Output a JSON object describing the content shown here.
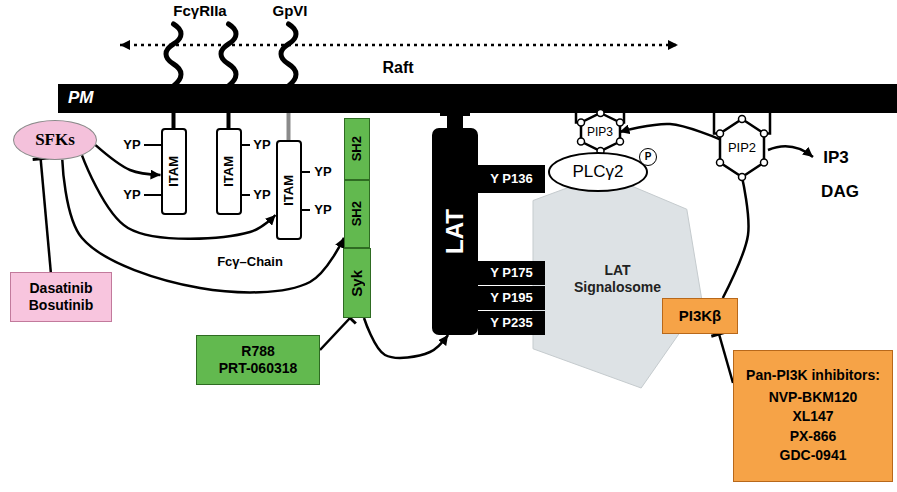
{
  "diagram": {
    "nodes": [
      {
        "text": [
          "PM"
        ]
      },
      {
        "text": [
          "SFKs"
        ]
      },
      {
        "text": [
          "ITAM"
        ]
      },
      {
        "text": [
          "ITAM"
        ]
      },
      {
        "text": [
          "PIP3"
        ]
      },
      {
        "text": [
          "PIP2"
        ]
      },
      {
        "text": [
          "SH2"
        ]
      },
      {
        "text": [
          "ITAM"
        ]
      },
      {
        "text": [
          "SH2"
        ]
      },
      {
        "text": [
          "LAT"
        ]
      },
      {
        "text": [
          "LAT Signalosome"
        ]
      },
      {
        "text": [
          "PLCγ2"
        ]
      },
      {
        "text": [
          "P"
        ]
      },
      {
        "text": [
          "Y P136"
        ]
      },
      {
        "text": [
          "Syk"
        ]
      },
      {
        "text": [
          "Y P175"
        ]
      },
      {
        "text": [
          "Y P195"
        ]
      },
      {
        "text": [
          "Y P235"
        ]
      },
      {
        "text": [
          "Dasatinib Bosutinib"
        ]
      },
      {
        "text": [
          "PI3Kβ"
        ]
      },
      {
        "text": [
          "R788 PRT-060318"
        ]
      },
      {
        "text": [
          "Pan-PI3K inhibitors:",
          "NVP-BKM120 XL147 PX-866 GDC-0941"
        ]
      }
    ],
    "edges": [
      {
        "from": 18,
        "to": 1,
        "arrow": "to"
      },
      {
        "from": 1,
        "to": 2,
        "arrow": "to"
      },
      {
        "from": 1,
        "to": 7,
        "arrow": "to"
      },
      {
        "from": 1,
        "to": 8,
        "arrow": "to"
      },
      {
        "from": 20,
        "to": 14,
        "arrow": "to"
      },
      {
        "from": 14,
        "to": 9,
        "arrow": "to"
      },
      {
        "from": 19,
        "to": 5,
        "arrow": "none"
      },
      {
        "from": 5,
        "to": 4,
        "arrow": "to"
      },
      {
        "from": 21,
        "to": 19,
        "arrow": "to"
      }
    ],
    "labels": [
      "FcγRIIa",
      "GpVI",
      "Raft",
      "YP",
      "YP",
      "YP",
      "YP",
      "YP",
      "YP",
      "Fcγ–Chain",
      "IP3",
      "DAG"
    ]
  }
}
